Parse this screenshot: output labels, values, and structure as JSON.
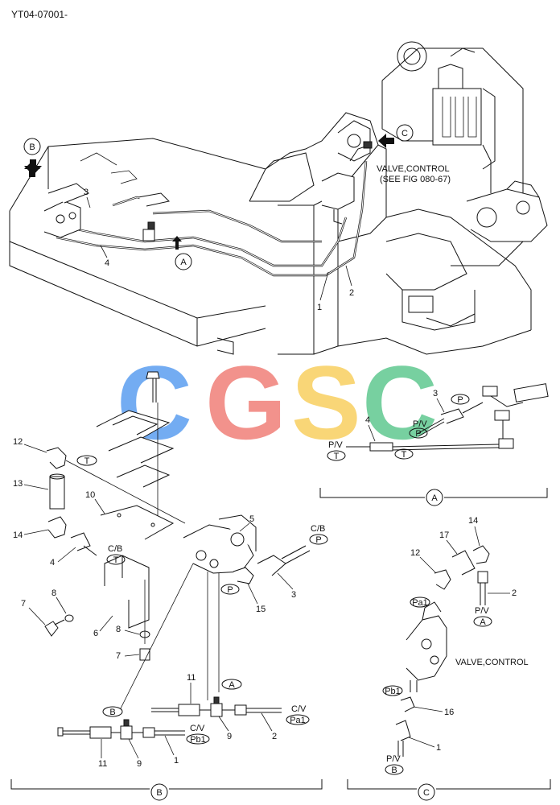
{
  "doc_code": "YT04-07001-",
  "views": {
    "a": "A",
    "b": "B",
    "c": "C"
  },
  "callout_valve": {
    "line1": "VALVE,CONTROL",
    "line2": "(SEE FIG 080-67)"
  },
  "watermark": {
    "letters": [
      "C",
      "G",
      "S",
      "C"
    ],
    "colors": [
      "#5b9ef0",
      "#f08078",
      "#f8d060",
      "#60c890"
    ]
  },
  "parts": {
    "p1": "1",
    "p2": "2",
    "p3": "3",
    "p4": "4",
    "p5": "5",
    "p6": "6",
    "p7": "7",
    "p8": "8",
    "p9": "9",
    "p10": "10",
    "p11": "11",
    "p12": "12",
    "p13": "13",
    "p14": "14",
    "p15": "15",
    "p16": "16",
    "p17": "17"
  },
  "ports": {
    "T": "T",
    "P": "P",
    "A": "A",
    "B": "B",
    "Pa1": "Pa1",
    "Pb1": "Pb1",
    "PV": "P/V",
    "CB": "C/B",
    "CV": "C/V"
  },
  "valve_control_label": "VALVE,CONTROL"
}
